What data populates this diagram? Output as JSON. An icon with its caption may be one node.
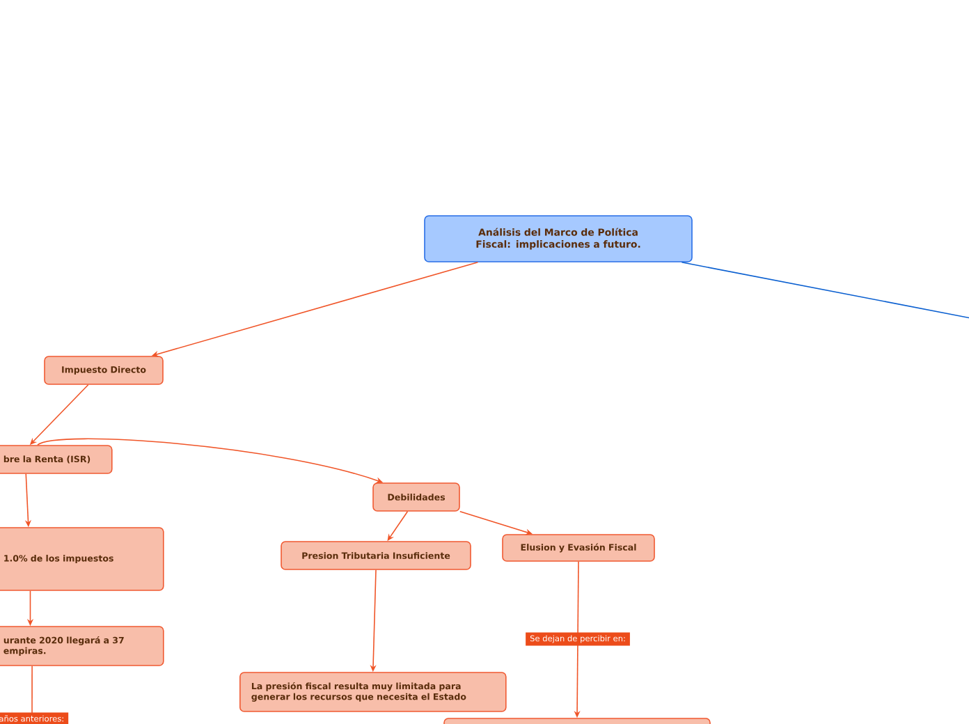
{
  "diagram": {
    "nodes": [
      {
        "text": [
          "Análisis del Marco de Política Fiscal: implicaciones a futuro."
        ]
      },
      {
        "text": [
          "Impuesto Directo"
        ]
      },
      {
        "text": [
          "bre la Renta (ISR)"
        ]
      },
      {
        "text": [
          "Debilidades"
        ]
      },
      {
        "text": [
          "1.0% de los impuestos"
        ]
      },
      {
        "text": [
          "Presion Tributaria Insuficiente"
        ]
      },
      {
        "text": [
          "Elusion y Evasión Fiscal"
        ]
      },
      {
        "text": [
          "urante 2020 llegará a 37 empiras."
        ]
      },
      {
        "text": [
          "La presión fiscal resulta muy limitada para generar los recursos que necesita el Estado"
        ]
      },
      {
        "text": [],
        "shape": "box"
      }
    ],
    "edges": [
      {
        "from": 0,
        "to": 1,
        "arrow": "to"
      },
      {
        "from": 0,
        "to": null,
        "arrow": "none",
        "color": "#0a5fd0"
      },
      {
        "from": 1,
        "to": 2,
        "arrow": "to"
      },
      {
        "from": 2,
        "to": 3,
        "arrow": "to"
      },
      {
        "from": 2,
        "to": 4,
        "arrow": "to"
      },
      {
        "from": 3,
        "to": 5,
        "arrow": "to"
      },
      {
        "from": 3,
        "to": 6,
        "arrow": "to"
      },
      {
        "from": 4,
        "to": 7,
        "arrow": "to"
      },
      {
        "from": 5,
        "to": 8,
        "arrow": "to"
      },
      {
        "from": 6,
        "to": 9,
        "arrow": "to",
        "label": "Se dejan de percibir en:"
      },
      {
        "from": 7,
        "to": null,
        "arrow": "none",
        "label": "años anteriores:"
      }
    ]
  }
}
